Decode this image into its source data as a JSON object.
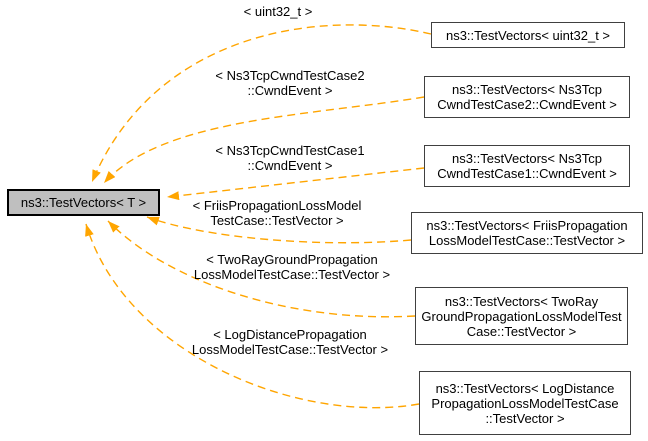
{
  "diagram": {
    "type": "template-instantiation-graph",
    "colors": {
      "edge": "#FFA500",
      "main_node_fill": "#BFBFBF",
      "main_node_border": "#000000",
      "node_border": "#404040",
      "node_fill": "#FFFFFF",
      "background": "#FFFFFF",
      "text": "#000000"
    },
    "main_node": {
      "label": "ns3::TestVectors< T >"
    },
    "instances": [
      {
        "lines": [
          "ns3::TestVectors< uint32_t >"
        ]
      },
      {
        "lines": [
          "ns3::TestVectors< Ns3Tcp",
          "CwndTestCase2::CwndEvent >"
        ]
      },
      {
        "lines": [
          "ns3::TestVectors< Ns3Tcp",
          "CwndTestCase1::CwndEvent >"
        ]
      },
      {
        "lines": [
          "ns3::TestVectors< FriisPropagation",
          "LossModelTestCase::TestVector >"
        ]
      },
      {
        "lines": [
          "ns3::TestVectors< TwoRay",
          "GroundPropagationLossModelTest",
          "Case::TestVector >"
        ]
      },
      {
        "lines": [
          "ns3::TestVectors< LogDistance",
          "PropagationLossModelTestCase",
          "::TestVector >"
        ]
      }
    ],
    "edge_labels": [
      {
        "lines": [
          "< uint32_t >"
        ]
      },
      {
        "lines": [
          "< Ns3TcpCwndTestCase2",
          "::CwndEvent >"
        ]
      },
      {
        "lines": [
          "< Ns3TcpCwndTestCase1",
          "::CwndEvent >"
        ]
      },
      {
        "lines": [
          "< FriisPropagationLossModel",
          "TestCase::TestVector >"
        ]
      },
      {
        "lines": [
          "< TwoRayGroundPropagation",
          "LossModelTestCase::TestVector >"
        ]
      },
      {
        "lines": [
          "< LogDistancePropagation",
          "LossModelTestCase::TestVector >"
        ]
      }
    ]
  }
}
